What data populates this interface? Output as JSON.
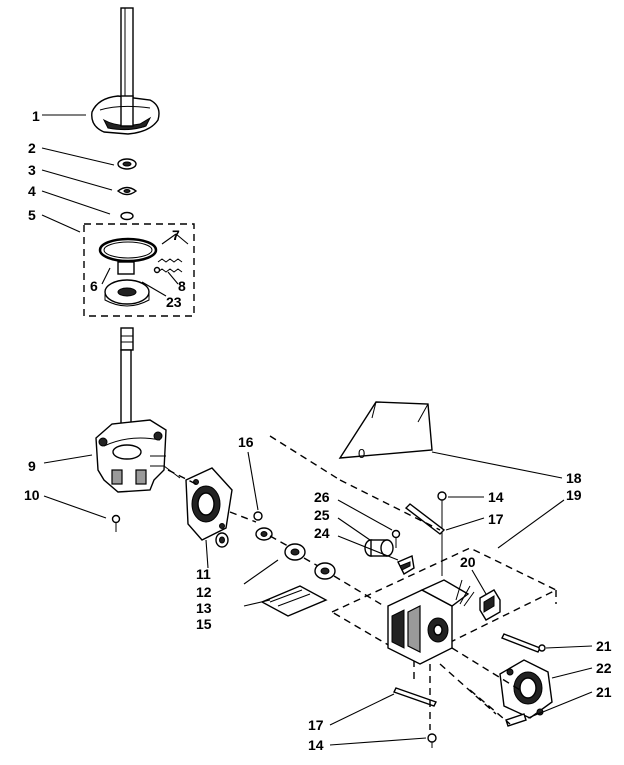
{
  "callouts": [
    {
      "id": "c1",
      "text": "1"
    },
    {
      "id": "c2",
      "text": "2"
    },
    {
      "id": "c3",
      "text": "3"
    },
    {
      "id": "c4",
      "text": "4"
    },
    {
      "id": "c5",
      "text": "5"
    },
    {
      "id": "c6",
      "text": "6"
    },
    {
      "id": "c7",
      "text": "7"
    },
    {
      "id": "c8",
      "text": "8"
    },
    {
      "id": "c23",
      "text": "23"
    },
    {
      "id": "c9",
      "text": "9"
    },
    {
      "id": "c10",
      "text": "10"
    },
    {
      "id": "c16",
      "text": "16"
    },
    {
      "id": "c11",
      "text": "11"
    },
    {
      "id": "c12",
      "text": "12"
    },
    {
      "id": "c13",
      "text": "13"
    },
    {
      "id": "c15",
      "text": "15"
    },
    {
      "id": "c26",
      "text": "26"
    },
    {
      "id": "c25",
      "text": "25"
    },
    {
      "id": "c24",
      "text": "24"
    },
    {
      "id": "c18",
      "text": "18"
    },
    {
      "id": "c19",
      "text": "19"
    },
    {
      "id": "c14a",
      "text": "14"
    },
    {
      "id": "c17a",
      "text": "17"
    },
    {
      "id": "c20",
      "text": "20"
    },
    {
      "id": "c21a",
      "text": "21"
    },
    {
      "id": "c22",
      "text": "22"
    },
    {
      "id": "c21b",
      "text": "21"
    },
    {
      "id": "c17b",
      "text": "17"
    },
    {
      "id": "c14b",
      "text": "14"
    }
  ],
  "part_mark": "0"
}
